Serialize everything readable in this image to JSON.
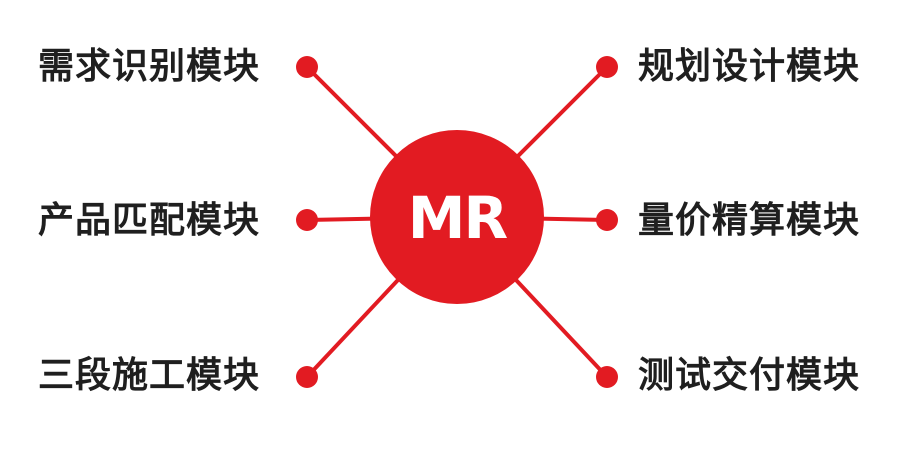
{
  "center": {
    "logo_text": "MR",
    "color": "#e21b22"
  },
  "modules": {
    "left": [
      {
        "label": "需求识别模块"
      },
      {
        "label": "产品匹配模块"
      },
      {
        "label": "三段施工模块"
      }
    ],
    "right": [
      {
        "label": "规划设计模块"
      },
      {
        "label": "量价精算模块"
      },
      {
        "label": "测试交付模块"
      }
    ]
  },
  "colors": {
    "accent": "#e21b22",
    "text": "#1f1f1f",
    "background": "#ffffff"
  }
}
